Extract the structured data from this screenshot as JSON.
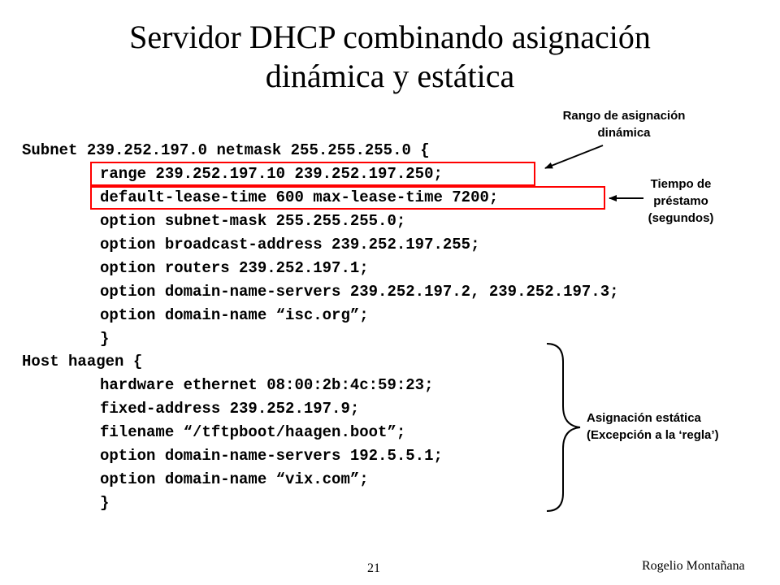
{
  "slide": {
    "title_line1": "Servidor DHCP combinando asignación",
    "title_line2": "dinámica y estática",
    "page_number": "21",
    "author": "Rogelio Montañana"
  },
  "code": {
    "lines": [
      "Subnet 239.252.197.0 netmask 255.255.255.0 {",
      "range 239.252.197.10 239.252.197.250;",
      "default-lease-time 600 max-lease-time 7200;",
      "option subnet-mask 255.255.255.0;",
      "option broadcast-address 239.252.197.255;",
      "option routers 239.252.197.1;",
      "option domain-name-servers 239.252.197.2, 239.252.197.3;",
      "option domain-name “isc.org”;",
      "}",
      "Host haagen {",
      "hardware ethernet 08:00:2b:4c:59:23;",
      "fixed-address 239.252.197.9;",
      "filename “/tftpboot/haagen.boot”;",
      "option domain-name-servers 192.5.5.1;",
      "option domain-name “vix.com”;",
      "}"
    ]
  },
  "annotations": {
    "range_line1": "Rango de asignación",
    "range_line2": "dinámica",
    "lease_line1": "Tiempo de",
    "lease_line2": "préstamo",
    "lease_line3": "(segundos)",
    "static_line1": "Asignación estática",
    "static_line2": "(Excepción a la ‘regla’)"
  },
  "colors": {
    "highlight_box": "#ff0000",
    "text": "#000000",
    "background": "#ffffff"
  }
}
